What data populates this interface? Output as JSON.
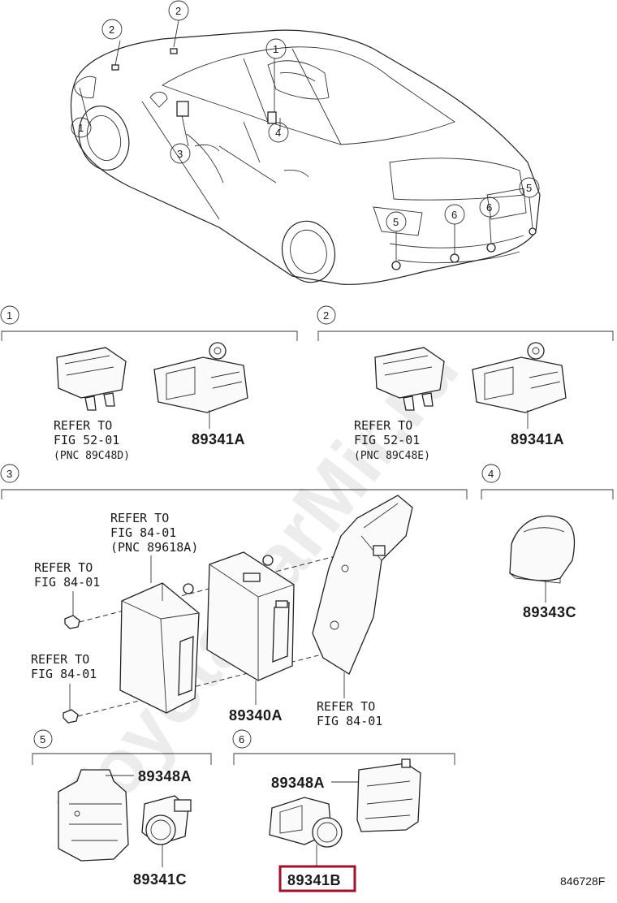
{
  "watermark": "ToyotaCarMir.ru",
  "callouts": {
    "c1": "1",
    "c2": "2",
    "c3": "3",
    "c4": "4",
    "c5": "5",
    "c6": "6"
  },
  "section1": {
    "refer_lines": [
      "REFER TO",
      "FIG 52-01",
      "(PNC 89C48D)"
    ],
    "part": "89341A"
  },
  "section2": {
    "refer_lines": [
      "REFER TO",
      "FIG 52-01",
      "(PNC 89C48E)"
    ],
    "part": "89341A"
  },
  "section3": {
    "refer_top": [
      "REFER TO",
      "FIG 84-01",
      "(PNC 89618A)"
    ],
    "refer_left1": [
      "REFER TO",
      "FIG 84-01"
    ],
    "refer_left2": [
      "REFER TO",
      "FIG 84-01"
    ],
    "refer_right": [
      "REFER TO",
      "FIG 84-01"
    ],
    "part": "89340A"
  },
  "section4": {
    "part": "89343C"
  },
  "section5": {
    "part_top": "89348A",
    "part_bottom": "89341C"
  },
  "section6": {
    "part_top": "89348A",
    "part_bottom": "89341B"
  },
  "figure_code": "846728F"
}
